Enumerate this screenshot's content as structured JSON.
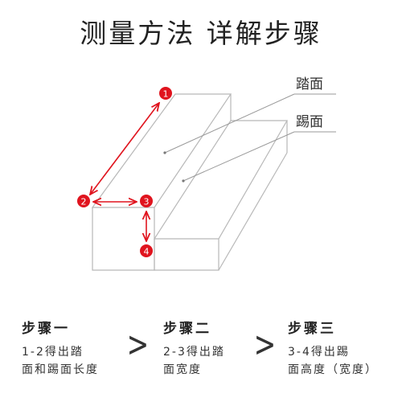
{
  "title": "测量方法 详解步骤",
  "labels": {
    "tread": "踏面",
    "riser": "踢面"
  },
  "markers": [
    "1",
    "2",
    "3",
    "4"
  ],
  "steps": [
    {
      "title": "步骤一",
      "desc_line1": "1-2得出踏",
      "desc_line2": "面和踢面长度"
    },
    {
      "title": "步骤二",
      "desc_line1": "2-3得出踏",
      "desc_line2": "面宽度"
    },
    {
      "title": "步骤三",
      "desc_line1": "3-4得出踢",
      "desc_line2": "面高度（宽度）"
    }
  ],
  "separator": ">",
  "colors": {
    "accent": "#e0141e",
    "line": "#b8b8b8",
    "text": "#222222"
  }
}
